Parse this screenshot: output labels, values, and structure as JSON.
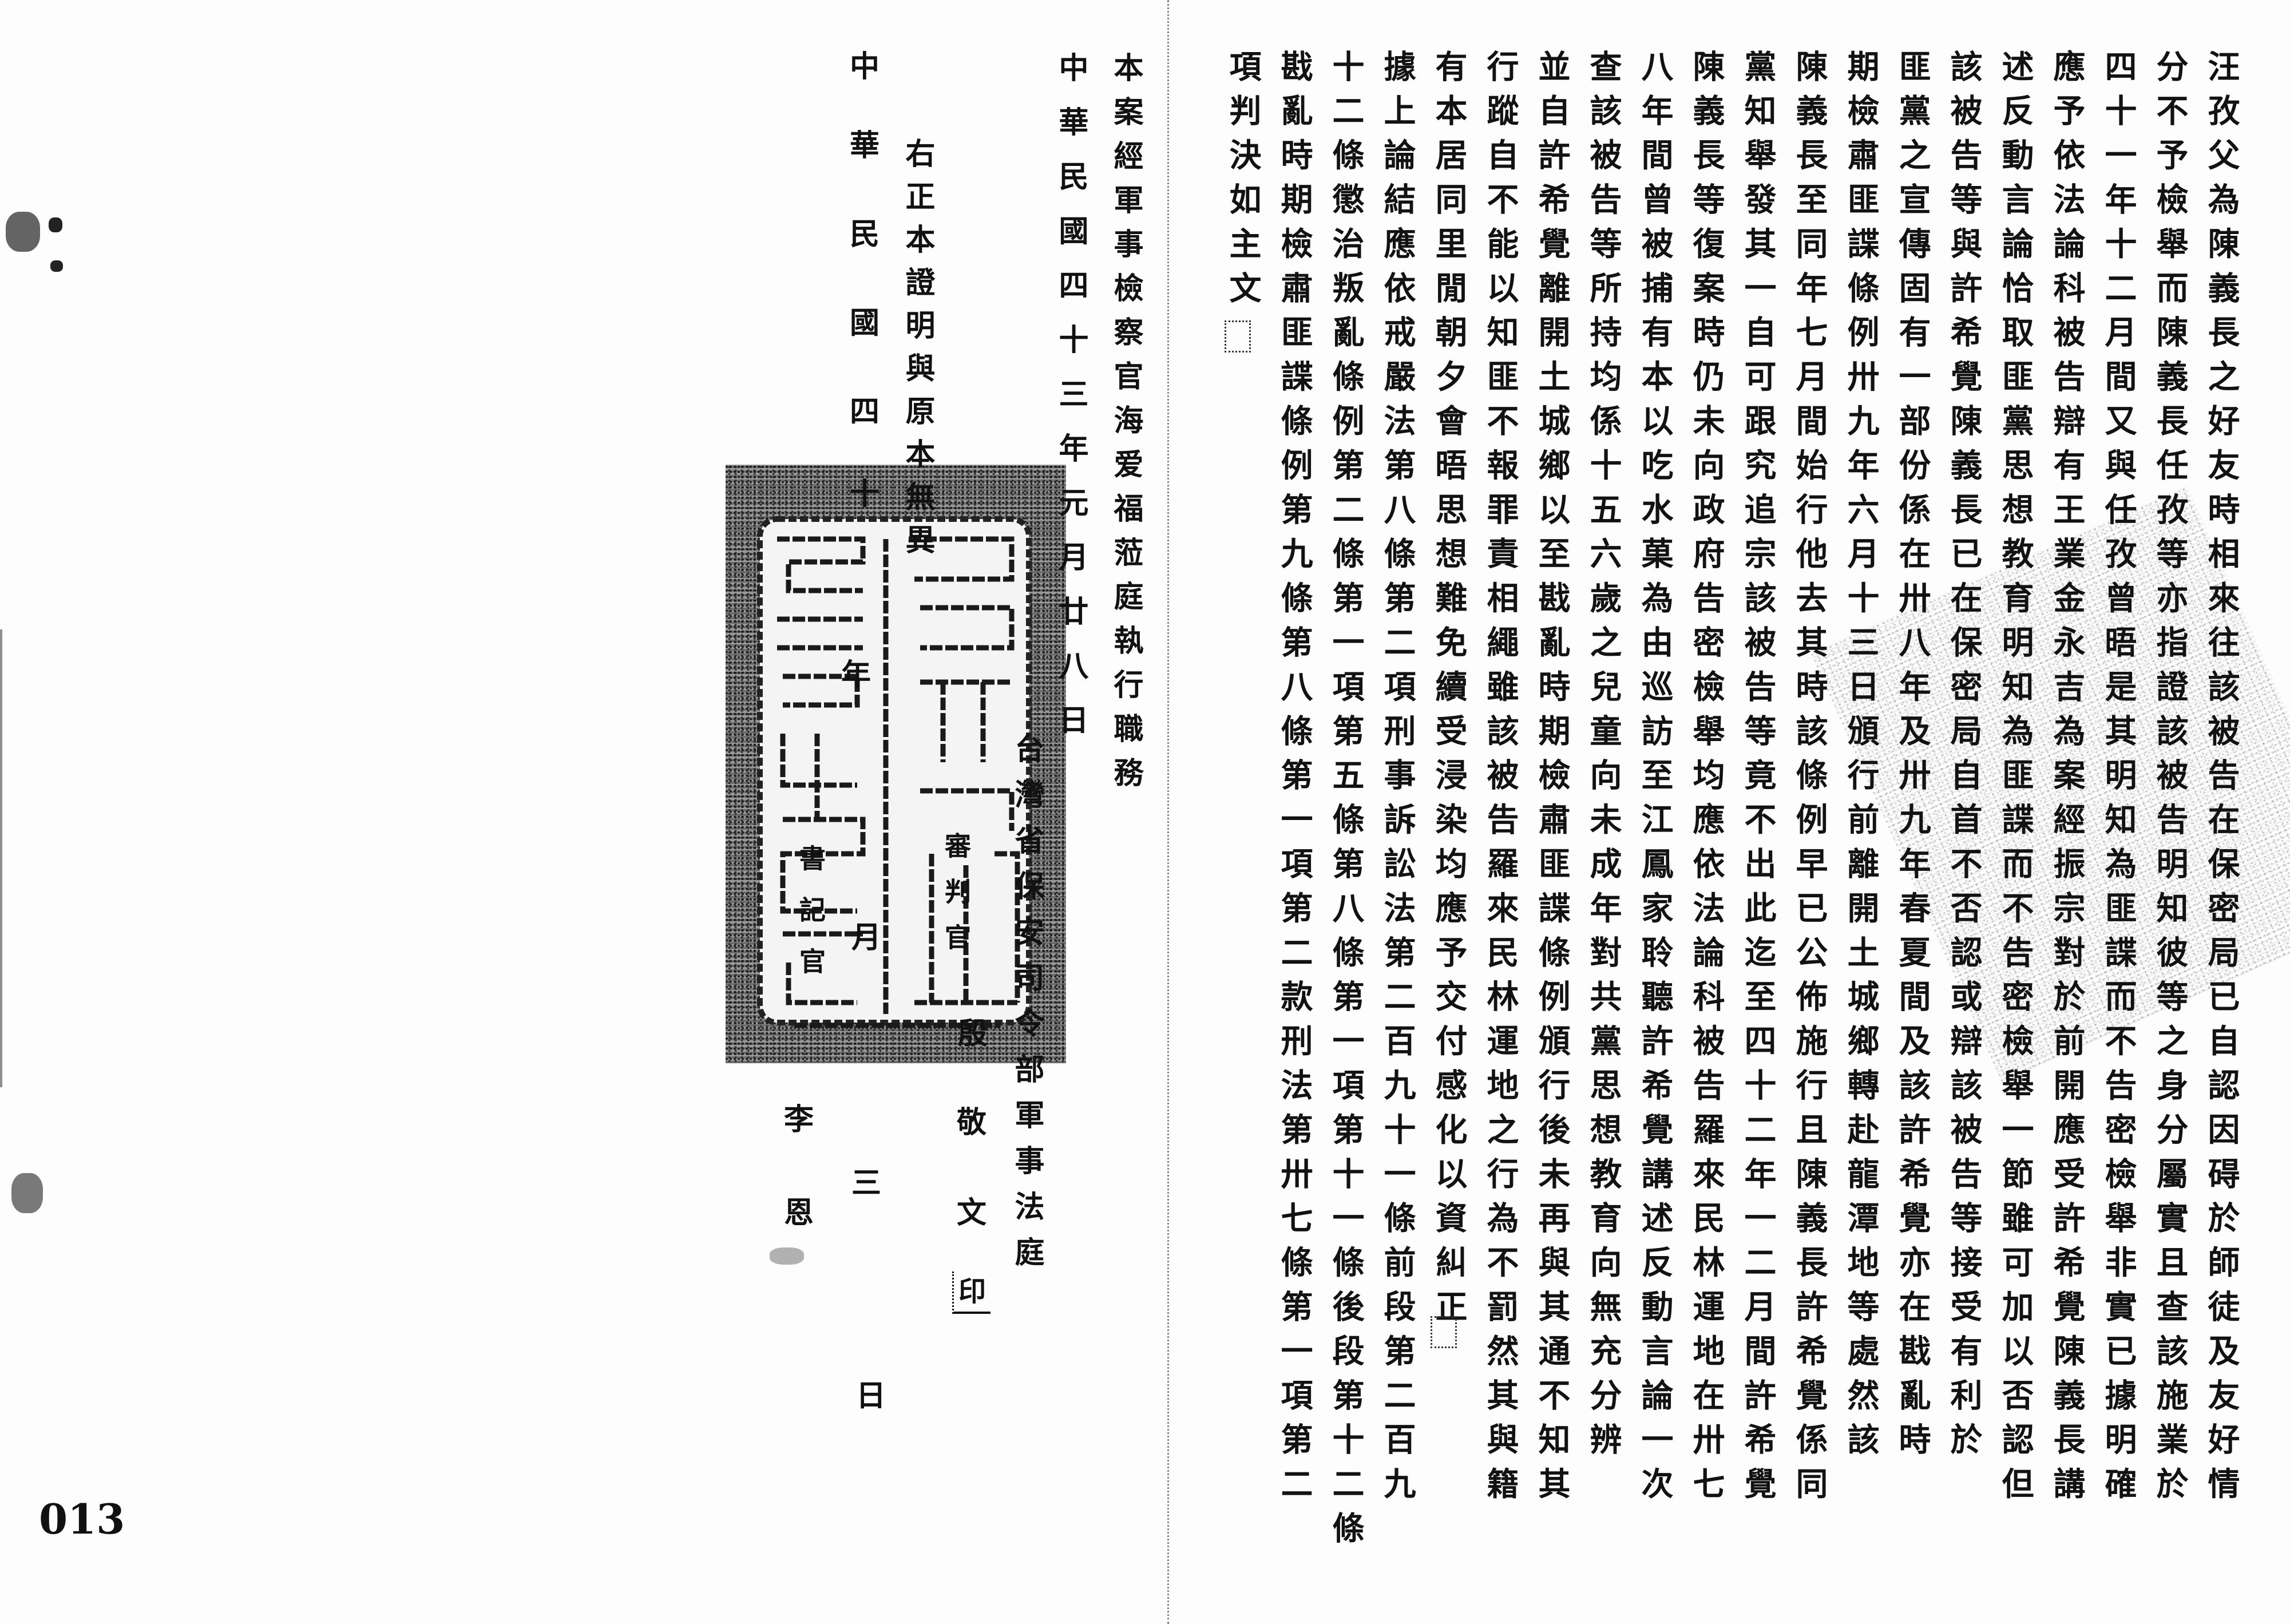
{
  "page_number": "013",
  "left_page": {
    "execution_note": "本案經軍事檢察官海爱福蒞庭執行職務",
    "judgment_date": "中華民國四十三年元月廿八日",
    "court": "台灣省保安司令部軍事法庭",
    "judge_title": "審判官",
    "judge_name": [
      "殷",
      "敬",
      "文"
    ],
    "judge_seal": "印",
    "certification": "右正本證明與原本無異",
    "clerk_title": "書記官",
    "clerk_name": [
      "李",
      "恩"
    ],
    "copy_date": [
      "中",
      "華",
      "民",
      "國",
      "四",
      "十",
      "年",
      "月",
      "三",
      "日"
    ]
  },
  "right_page": {
    "columns": [
      "汪孜父為陳義長之好友時相來往該被告在保密局已自認因碍於師徒及友好情",
      "分不予檢舉而陳義長任孜等亦指證該被告明知彼等之身分屬實且查該施業於",
      "四十一年十二月間又與任孜曾晤是其明知為匪諜而不告密檢舉非實已據明確",
      "應予依法論科被告辯有王業金永吉為案經振宗對於前開應受許希覺陳義長講",
      "述反動言論恰取匪黨思想教育明知為匪諜而不告密檢舉一節雖可加以否認但",
      "該被告等與許希覺陳義長已在保密局自首不否認或辯該被告等接受有利於",
      "匪黨之宣傳固有一部份係在卅八年及卅九年春夏間及該許希覺亦在戡亂時",
      "期檢肅匪諜條例卅九年六月十三日頒行前離開土城鄉轉赴龍潭地等處然該",
      "陳義長至同年七月間始行他去其時該條例早已公佈施行且陳義長許希覺係同",
      "黨知舉發其一自可跟究追宗該被告等竟不出此迄至四十二年一二月間許希覺",
      "陳義長等復案時仍未向政府告密檢舉均應依法論科被告羅來民林運地在卅七",
      "八年間曾被捕有本以吃水菓為由巡訪至江鳳家聆聽許希覺講述反動言論一次",
      "查該被告等所持均係十五六歲之兒童向未成年對共黨思想教育向無充分辨",
      "並自許希覺離開土城鄉以至戡亂時期檢肅匪諜條例頒行後未再與其通不知其",
      "行蹤自不能以知匪不報罪責相繩雖該被告羅來民林運地之行為不罰然其與籍",
      "有本居同里閒朝夕會晤思想難免續受浸染均應予交付感化以資糾正",
      "據上論結應依戒嚴法第八條第二項刑事訴訟法第二百九十一條前段第二百九",
      "十二條懲治叛亂條例第二條第一項第五條第八條第一項第十一條後段第十二條",
      "戡亂時期檢肅匪諜條例第九條第八條第一項第二款刑法第卅七條第一項第二",
      "項判決如主文"
    ]
  }
}
